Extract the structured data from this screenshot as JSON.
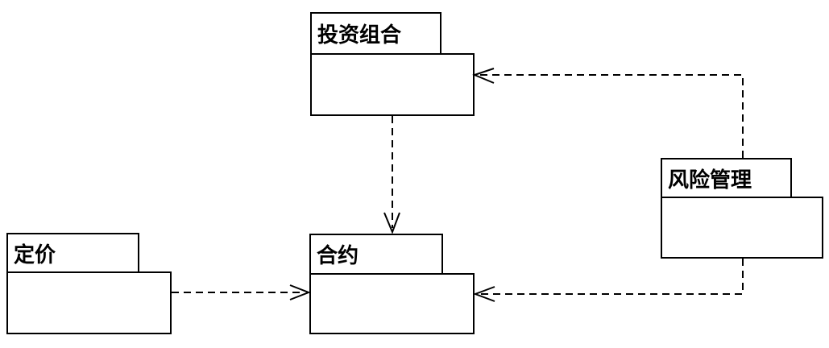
{
  "diagram": {
    "type": "uml-package-diagram",
    "background_color": "#ffffff",
    "line_color": "#000000",
    "text_color": "#000000",
    "packages": [
      {
        "id": "portfolio",
        "label": "投资组合"
      },
      {
        "id": "risk-management",
        "label": "风险管理"
      },
      {
        "id": "pricing",
        "label": "定价"
      },
      {
        "id": "contract",
        "label": "合约"
      }
    ],
    "dependencies": [
      {
        "from": "风险管理",
        "to": "投资组合",
        "line_style": "dashed",
        "arrowhead": "open"
      },
      {
        "from": "投资组合",
        "to": "合约",
        "line_style": "dashed",
        "arrowhead": "open"
      },
      {
        "from": "定价",
        "to": "合约",
        "line_style": "dashed",
        "arrowhead": "open"
      },
      {
        "from": "风险管理",
        "to": "合约",
        "line_style": "dashed",
        "arrowhead": "open"
      }
    ]
  }
}
